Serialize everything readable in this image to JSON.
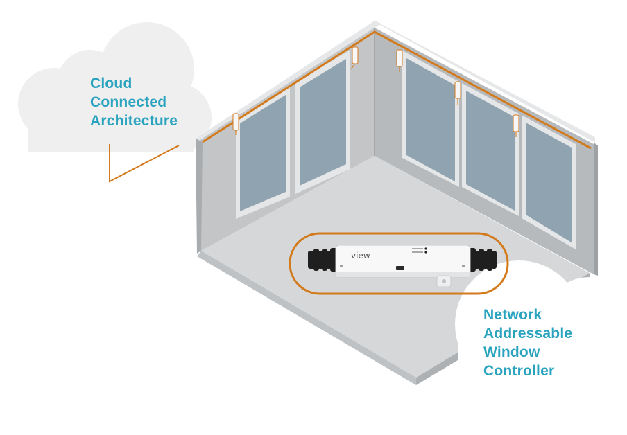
{
  "callouts": {
    "cloud": {
      "lines": [
        "Cloud",
        "Connected",
        "Architecture"
      ]
    },
    "controller": {
      "lines": [
        "Network",
        "Addressable",
        "Window",
        "Controller"
      ]
    }
  },
  "device": {
    "brand": "view"
  },
  "colors": {
    "accent_orange": "#d27a1c",
    "text_teal": "#2aa3be",
    "wall_gray": "#b9bcbe",
    "floor_gray": "#d2d4d5",
    "glass_blue": "#8fa3b0",
    "cloud_gray": "#ededee"
  }
}
